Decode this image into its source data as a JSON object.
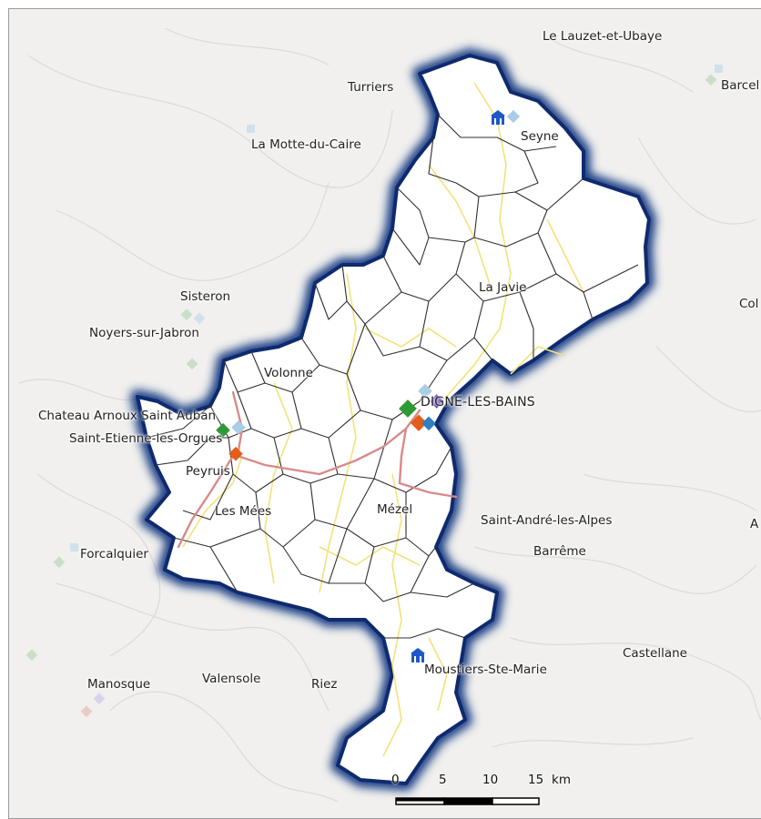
{
  "map": {
    "places": {
      "lauzet": "Le Lauzet-et-Ubaye",
      "barcelonnette": "Barcel",
      "turriers": "Turriers",
      "seyne": "Seyne",
      "motte": "La Motte-du-Caire",
      "javie": "La Javie",
      "colmars": "Col",
      "sisteron": "Sisteron",
      "noyers": "Noyers-sur-Jabron",
      "volonne": "Volonne",
      "digne": "DIGNE-LES-BAINS",
      "chateau": "Chateau Arnoux Saint Auban",
      "saint_etienne": "Saint-Etienne-les-Orgues",
      "peyruis": "Peyruis",
      "mezel": "Mézel",
      "mees": "Les Mées",
      "saint_andre": "Saint-André-les-Alpes",
      "annot": "A",
      "forcalquier": "Forcalquier",
      "barreme": "Barrême",
      "castellane": "Castellane",
      "moustiers": "Moustiers-Ste-Marie",
      "manosque": "Manosque",
      "valensole": "Valensole",
      "riez": "Riez"
    },
    "scale": {
      "ticks": [
        "0",
        "5",
        "10",
        "15"
      ],
      "unit": "km"
    },
    "colors": {
      "background": "#f1f0ee",
      "territory_fill": "#ffffff",
      "territory_halo": "#1f3f86",
      "commune_border": "#2f2f2f",
      "road_minor": "#f3e27a",
      "road_major": "#d98a8a",
      "marker_green": "#2e9a34",
      "marker_orange": "#e65c1a",
      "marker_lightblue": "#a9cde6",
      "marker_blue": "#2f7fc1",
      "marker_purple": "#4b1fb8",
      "institution_icon": "#1f57c8"
    },
    "markers": [
      {
        "icon": "institution-icon",
        "color": "#1f57c8",
        "near": "Seyne"
      },
      {
        "icon": "institution-icon",
        "color": "#1f57c8",
        "near": "Moustiers-Ste-Marie"
      },
      {
        "icon": "diamond-icon",
        "color": "#2e9a34",
        "near": "DIGNE-LES-BAINS"
      },
      {
        "icon": "diamond-icon",
        "color": "#e65c1a",
        "near": "DIGNE-LES-BAINS"
      },
      {
        "icon": "diamond-icon",
        "color": "#4b1fb8",
        "near": "DIGNE-LES-BAINS"
      },
      {
        "icon": "diamond-icon",
        "color": "#2e9a34",
        "near": "Chateau Arnoux Saint Auban"
      },
      {
        "icon": "diamond-icon",
        "color": "#e65c1a",
        "near": "Peyruis"
      }
    ]
  }
}
